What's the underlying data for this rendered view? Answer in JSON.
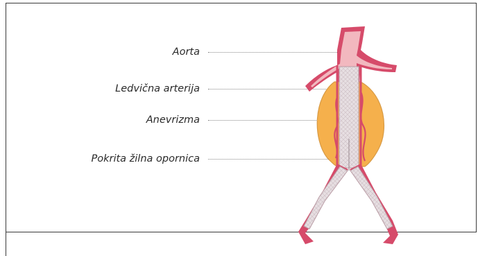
{
  "labels": {
    "aorta": "Aorta",
    "renal_artery": "Ledvična arterija",
    "aneurysm": "Anevrizma",
    "stent_graft": "Pokrita žilna opornica"
  },
  "colors": {
    "vessel": "#d64b6a",
    "vessel_inner": "#f2b8bf",
    "aneurysm_fill": "#f5b04c",
    "aneurysm_stroke": "#d79a45",
    "stent_fill": "#e6dde0"
  }
}
